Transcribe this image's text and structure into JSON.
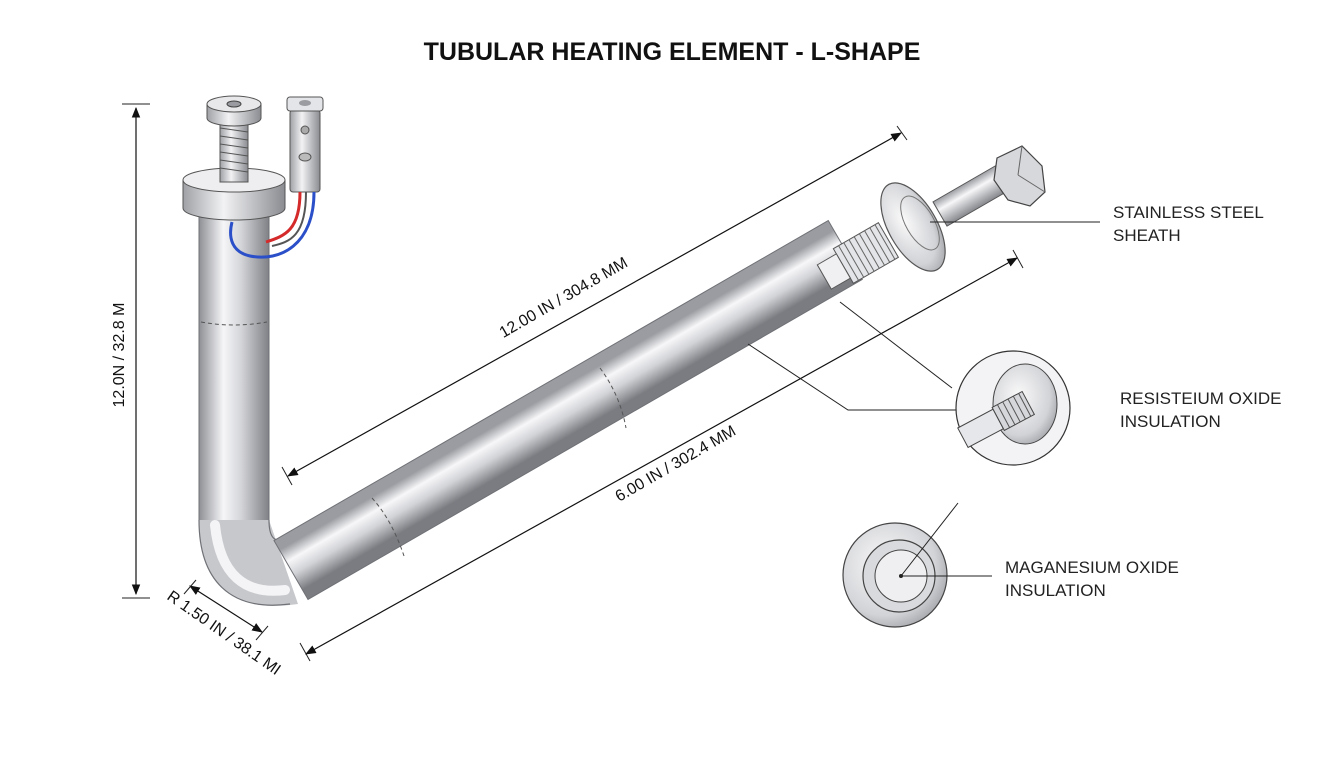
{
  "title": "TUBULAR HEATING ELEMENT - L-SHAPE",
  "dimensions": {
    "vertical": "12.0N / 32.8 M",
    "upper_diagonal": "12.00 IN / 304.8 MM",
    "lower_diagonal": "6.00 IN / 302.4 MM",
    "radius": "R 1.50 IN / 38.1 MI"
  },
  "callouts": {
    "sheath": {
      "line1": "STAINLESS STEEL",
      "line2": "SHEATH"
    },
    "resisteium": {
      "line1": "RESISTEIUM OXIDE",
      "line2": "INSULATION"
    },
    "magnesium": {
      "line1": "MAGANESIUM OXIDE",
      "line2": "INSULATION"
    }
  },
  "colors": {
    "wire_red": "#d42a2a",
    "wire_blue": "#2a4fc8",
    "steel_light": "#f4f4f6",
    "steel_dark": "#8d8f94"
  }
}
